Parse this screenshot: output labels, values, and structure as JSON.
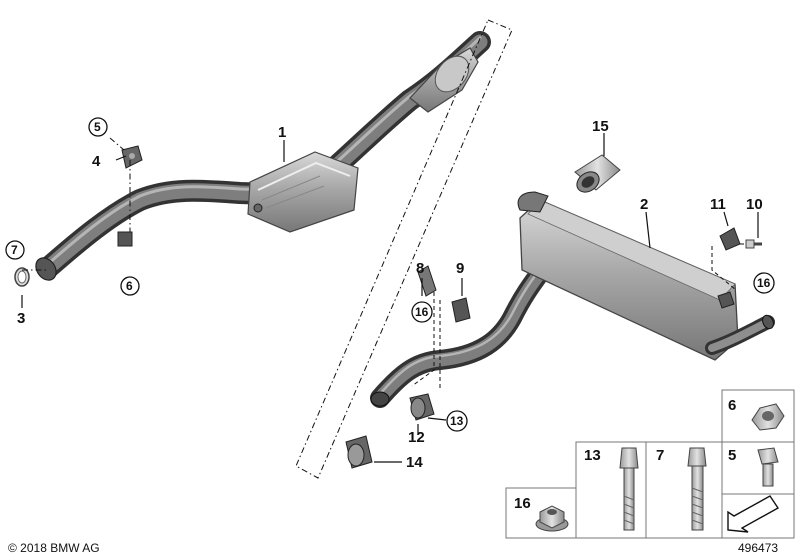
{
  "diagram": {
    "callouts": {
      "c1": "1",
      "c2": "2",
      "c3": "3",
      "c4": "4",
      "c5": "5",
      "c6": "6",
      "c7": "7",
      "c8": "8",
      "c9": "9",
      "c10": "10",
      "c11": "11",
      "c12": "12",
      "c13": "13",
      "c14": "14",
      "c15": "15",
      "c16a": "16",
      "c16b": "16"
    },
    "table": {
      "r1": "6",
      "r2a": "13",
      "r2b": "7",
      "r2c": "5",
      "r3": "16"
    },
    "footer": {
      "copyright": "© 2018 BMW AG",
      "image_number": "496473"
    }
  }
}
